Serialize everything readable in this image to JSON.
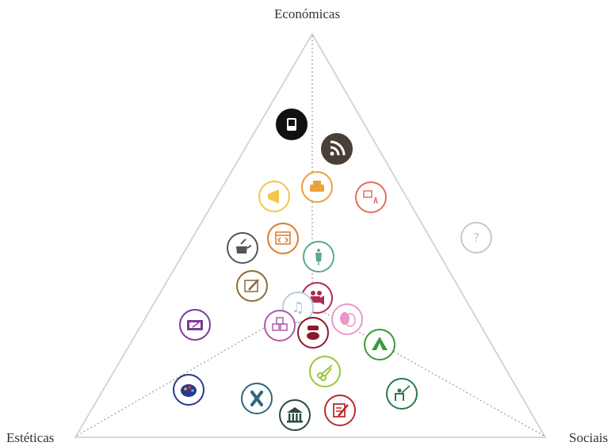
{
  "vertices": {
    "top": "Económicas",
    "left": "Estéticas",
    "right": "Sociais"
  },
  "icons": [
    {
      "name": "ebook-reader-icon",
      "color": "#111111",
      "fill": "#111111"
    },
    {
      "name": "rss-icon",
      "color": "#4a3f35",
      "fill": "#4a3f35"
    },
    {
      "name": "printing-icon",
      "color": "#e8a23a",
      "fill": "none"
    },
    {
      "name": "tv-broadcast-icon",
      "color": "#e0705a",
      "fill": "none"
    },
    {
      "name": "megaphone-icon",
      "color": "#f0c84a",
      "fill": "none"
    },
    {
      "name": "unknown-icon",
      "color": "#c8c8c8",
      "fill": "none",
      "glyph": "?"
    },
    {
      "name": "web-code-icon",
      "color": "#e07a2a",
      "fill": "none"
    },
    {
      "name": "cooking-pot-icon",
      "color": "#555555",
      "fill": "none"
    },
    {
      "name": "fashion-mannequin-icon",
      "color": "#5aaa88",
      "fill": "none"
    },
    {
      "name": "design-pencil-icon",
      "color": "#8a6a3a",
      "fill": "none"
    },
    {
      "name": "film-video-icon",
      "color": "#b02a52",
      "fill": "none"
    },
    {
      "name": "music-notes-icon",
      "color": "#b8cce8",
      "fill": "none"
    },
    {
      "name": "theatre-masks-icon",
      "color": "#e898c8",
      "fill": "none"
    },
    {
      "name": "painting-frame-icon",
      "color": "#7a3a9a",
      "fill": "none"
    },
    {
      "name": "crafts-cubes-icon",
      "color": "#b05aa8",
      "fill": "none"
    },
    {
      "name": "games-drum-icon",
      "color": "#8a1a2a",
      "fill": "none"
    },
    {
      "name": "circus-tent-icon",
      "color": "#3a9a3a",
      "fill": "none"
    },
    {
      "name": "scissors-icon",
      "color": "#9ac83a",
      "fill": "none"
    },
    {
      "name": "palette-icon",
      "color": "#2a3a8a",
      "fill": "none"
    },
    {
      "name": "ballet-icon",
      "color": "#2a6a7a",
      "fill": "none"
    },
    {
      "name": "museum-icon",
      "color": "#2a4a3a",
      "fill": "none"
    },
    {
      "name": "writing-icon",
      "color": "#c02a2a",
      "fill": "none"
    },
    {
      "name": "education-icon",
      "color": "#2a7a4a",
      "fill": "none"
    }
  ]
}
